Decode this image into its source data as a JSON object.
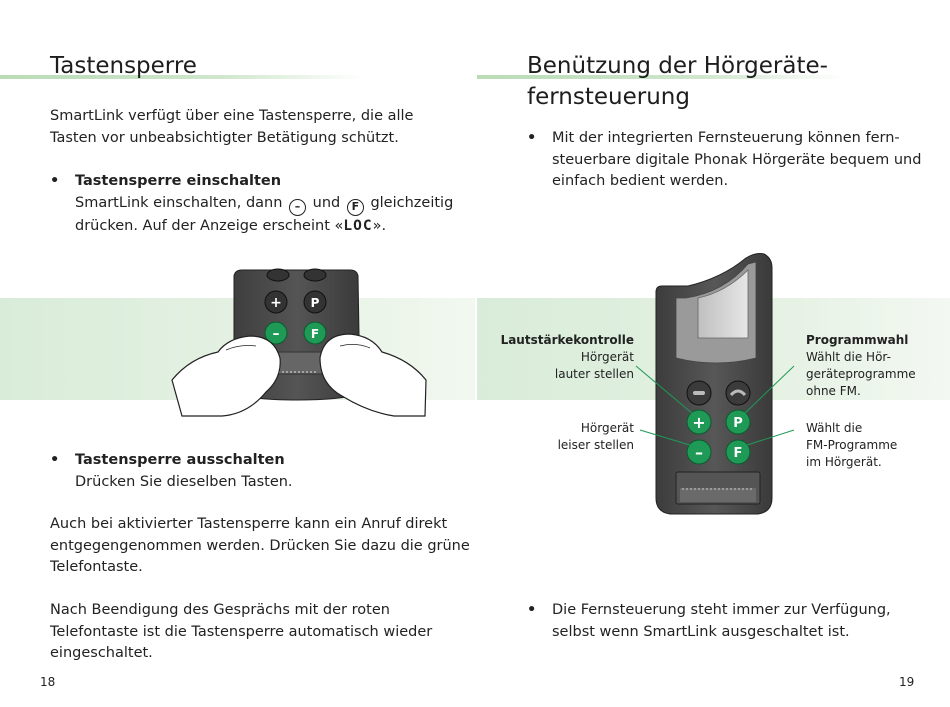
{
  "left": {
    "title": "Tastensperre",
    "intro": [
      "SmartLink verfügt über eine Tastensperre, die alle",
      "Tasten vor unbeabsichtigter Betätigung schützt."
    ],
    "bullet1": {
      "title": "Tastensperre einschalten",
      "line1_a": "SmartLink einschalten, dann",
      "line1_b": "und",
      "line1_c": "gleichzeitig",
      "key_minus": "–",
      "key_f": "F",
      "line2_a": "drücken. Auf der Anzeige erscheint «",
      "lcd": "LOC",
      "line2_b": "»."
    },
    "bullet2": {
      "title": "Tastensperre ausschalten",
      "text": "Drücken Sie dieselben Tasten."
    },
    "para1": [
      "Auch bei aktivierter Tastensperre kann ein Anruf direkt",
      "entgegengenommen werden. Drücken Sie dazu die grüne",
      "Telefontaste."
    ],
    "para2": [
      "Nach Beendigung des Gesprächs mit der roten",
      "Telefontaste ist die Tastensperre automatisch wieder",
      "eingeschaltet."
    ],
    "page_number": "18"
  },
  "right": {
    "title": [
      "Benützung der Hörgeräte-",
      "fernsteuerung"
    ],
    "bullet1": [
      "Mit der integrierten Fernsteuerung können fern-",
      "steuerbare digitale Phonak Hörgeräte bequem und",
      "einfach bedient werden."
    ],
    "callout_left_top": {
      "head": "Lautstärkekontrolle",
      "lines": [
        "Hörgerät",
        "lauter stellen"
      ]
    },
    "callout_left_bottom": {
      "lines": [
        "Hörgerät",
        "leiser stellen"
      ]
    },
    "callout_right_top": {
      "head": "Programmwahl",
      "lines": [
        "Wählt die Hör-",
        "geräteprogramme",
        "ohne FM."
      ]
    },
    "callout_right_bottom": {
      "lines": [
        "Wählt die",
        "FM-Programme",
        "im Hörgerät."
      ]
    },
    "bullet2": [
      "Die Fernsteuerung steht immer zur Verfügung,",
      "selbst wenn SmartLink ausgeschaltet ist."
    ],
    "page_number": "19"
  },
  "device_keys": {
    "plus": "+",
    "minus": "–",
    "p": "P",
    "f": "F"
  },
  "colors": {
    "green_key": "#1f9a56",
    "dark_key": "#3a3a3a",
    "device_body": "#4a4a4a",
    "band_green": "#dcecd9"
  }
}
